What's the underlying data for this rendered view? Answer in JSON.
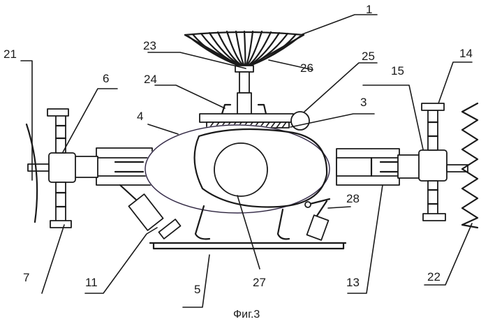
{
  "caption": "Фиг.3",
  "labels": {
    "l1": "1",
    "l3": "3",
    "l4": "4",
    "l5": "5",
    "l6": "6",
    "l7": "7",
    "l11": "11",
    "l13": "13",
    "l14": "14",
    "l15": "15",
    "l21": "21",
    "l22": "22",
    "l23": "23",
    "l24": "24",
    "l25": "25",
    "l26": "26",
    "l27": "27",
    "l28": "28"
  },
  "colors": {
    "ink": "#1a1a1a",
    "ellipse_edge": "#b8a8d8"
  }
}
